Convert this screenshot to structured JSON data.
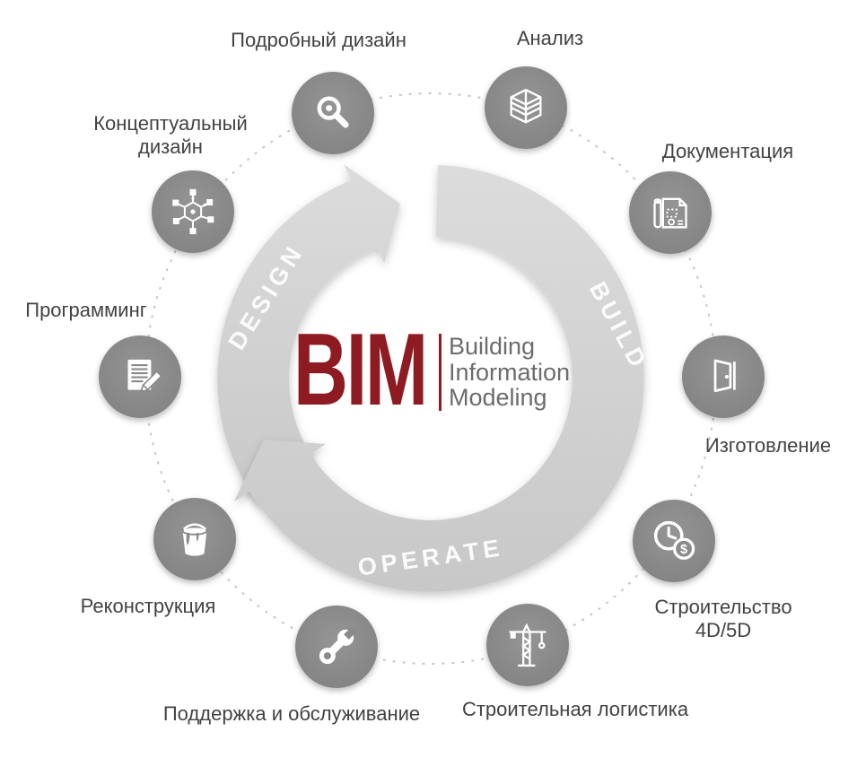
{
  "diagram": {
    "center": {
      "acronym": "BIM",
      "words": [
        "Building",
        "Information",
        "Modeling"
      ]
    },
    "ring": {
      "design": "DESIGN",
      "build": "BUILD",
      "operate": "OPERATE"
    },
    "icons": {
      "dollar_glyph": "$"
    },
    "nodes": [
      {
        "id": "detailed-design",
        "label": "Подробный дизайн",
        "icon": "magnifier-icon"
      },
      {
        "id": "analysis",
        "label": "Анализ",
        "icon": "cube-icon"
      },
      {
        "id": "documentation",
        "label": "Документация",
        "icon": "blueprint-icon"
      },
      {
        "id": "fabrication",
        "label": "Изготовление",
        "icon": "door-icon"
      },
      {
        "id": "construction-4d5d",
        "label": "Строительство\n4D/5D",
        "icon": "clock-dollar-icon"
      },
      {
        "id": "construction-logistics",
        "label": "Строительная логистика",
        "icon": "crane-icon"
      },
      {
        "id": "maintenance",
        "label": "Поддержка и обслуживание",
        "icon": "wrench-icon"
      },
      {
        "id": "renovation",
        "label": "Реконструкция",
        "icon": "paint-bucket-icon"
      },
      {
        "id": "programming",
        "label": "Программинг",
        "icon": "document-pencil-icon"
      },
      {
        "id": "conceptual-design",
        "label": "Концептуальный\nдизайн",
        "icon": "network-icon"
      }
    ],
    "colors": {
      "bim_red": "#8e1b22",
      "icon_circle_gray": "#8a8a8a",
      "ring_band_gray": "#d3d3d3",
      "label_text_gray": "#424242",
      "ring_text_white": "#fbfbfb"
    }
  }
}
